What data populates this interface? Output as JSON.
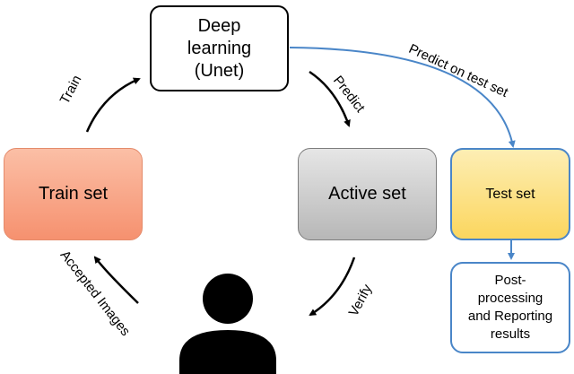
{
  "nodes": {
    "unet": {
      "lines": [
        "Deep",
        "learning",
        "(Unet)"
      ]
    },
    "train_set": {
      "label": "Train set"
    },
    "active_set": {
      "label": "Active set"
    },
    "test_set": {
      "label": "Test set"
    },
    "report": {
      "lines": [
        "Post-",
        "processing",
        "and Reporting",
        "results"
      ]
    }
  },
  "edges": {
    "train": "Train",
    "predict": "Predict",
    "predict_on_test": "Predict on test set",
    "verify": "Verify",
    "accepted_images": "Accepted Images"
  },
  "icons": {
    "user": "person-icon"
  },
  "colors": {
    "train_set_fill": "#f6916f",
    "active_set_fill": "#b7b7b7",
    "test_set_fill": "#fbd65e",
    "blue_connector": "#4a86c8"
  }
}
